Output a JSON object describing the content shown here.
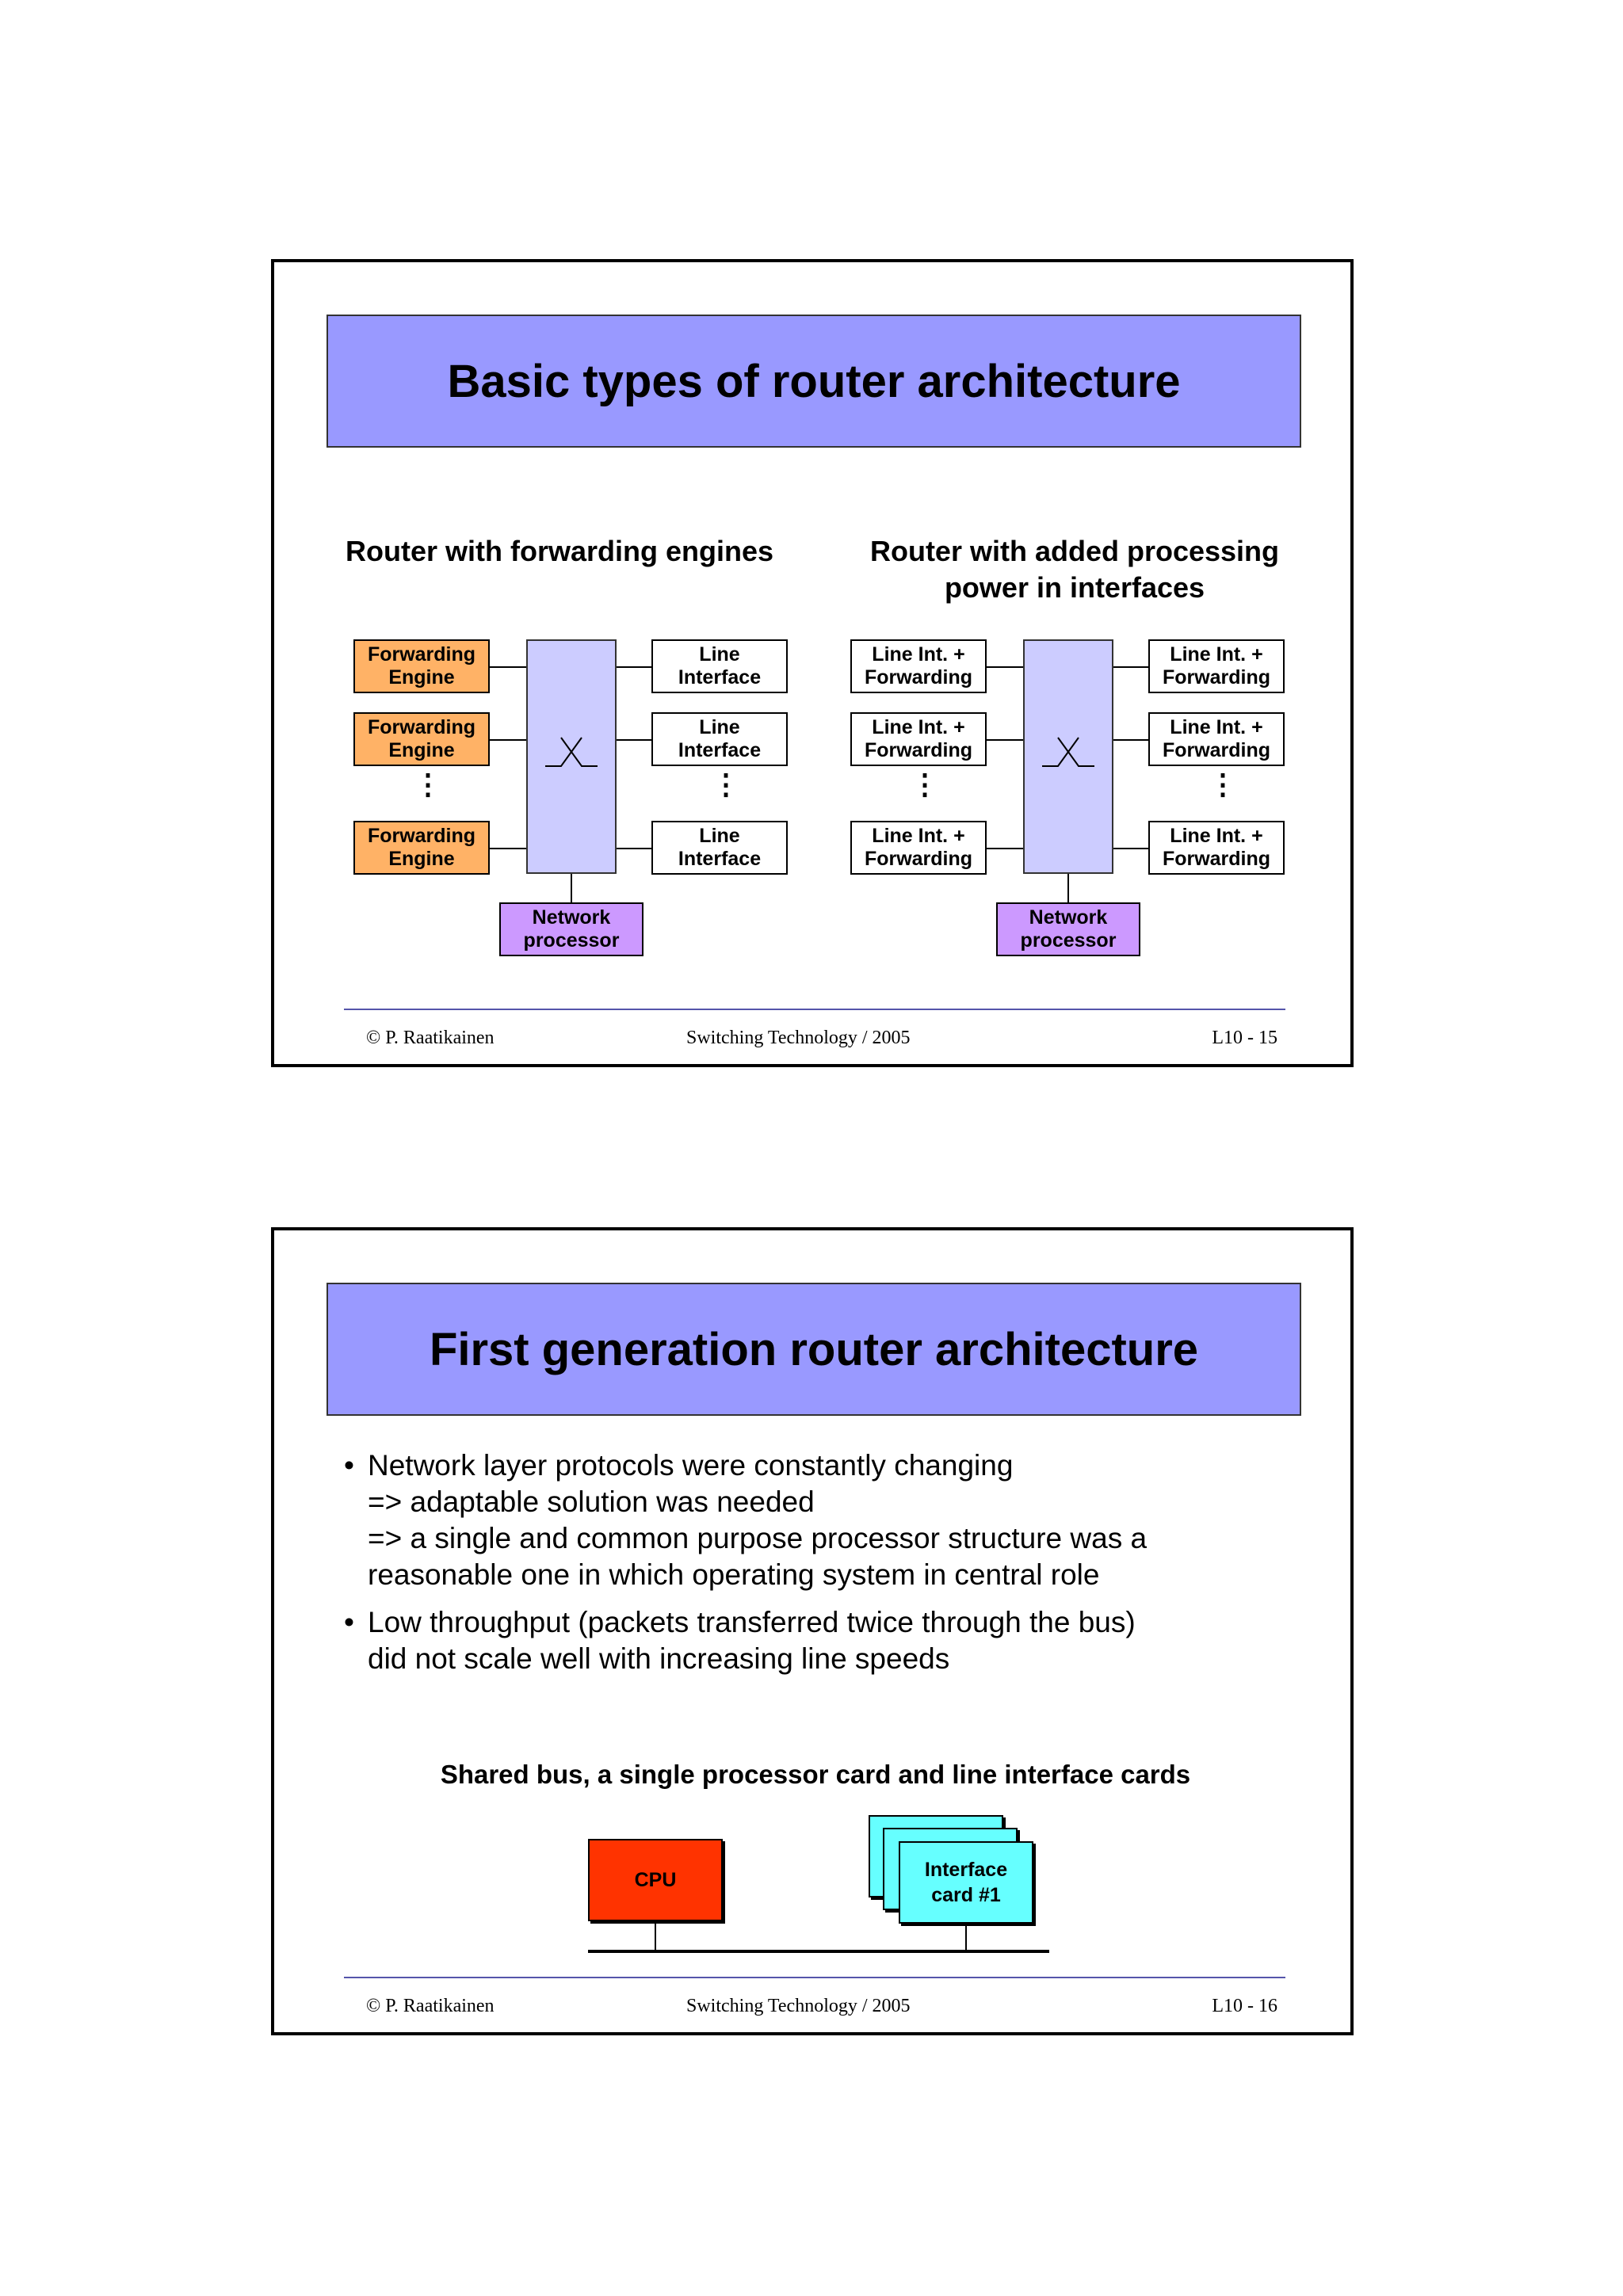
{
  "slide1": {
    "title": "Basic types of router architecture",
    "left": {
      "heading": "Router with forwarding engines",
      "engines": [
        "Forwarding\nEngine",
        "Forwarding\nEngine",
        "Forwarding\nEngine"
      ],
      "interfaces": [
        "Line\nInterface",
        "Line\nInterface",
        "Line\nInterface"
      ],
      "processor": "Network\nprocessor"
    },
    "right": {
      "heading": "Router with added processing\npower in interfaces",
      "left_cards": [
        "Line Int. +\nForwarding",
        "Line Int. +\nForwarding",
        "Line Int. +\nForwarding"
      ],
      "right_cards": [
        "Line Int. +\nForwarding",
        "Line Int. +\nForwarding",
        "Line Int. +\nForwarding"
      ],
      "processor": "Network\nprocessor"
    },
    "ellipsis": "⋮",
    "footer": {
      "author": "©  P. Raatikainen",
      "course": "Switching Technology  / 2005",
      "page": "L10 - 15"
    }
  },
  "slide2": {
    "title": "First generation router architecture",
    "bullets": [
      "Network layer protocols were constantly changing\n=> adaptable solution was needed\n=> a single and common purpose processor structure was a\nreasonable one in which operating system in central role",
      "Low throughput (packets transferred twice through the bus)\ndid not scale well with increasing line speeds"
    ],
    "diagram_caption": "Shared bus, a single processor card and line interface cards",
    "cpu_label": "CPU",
    "interface_label": "Interface\ncard #1",
    "footer": {
      "author": "©  P. Raatikainen",
      "course": "Switching Technology  / 2005",
      "page": "L10 - 16"
    }
  }
}
